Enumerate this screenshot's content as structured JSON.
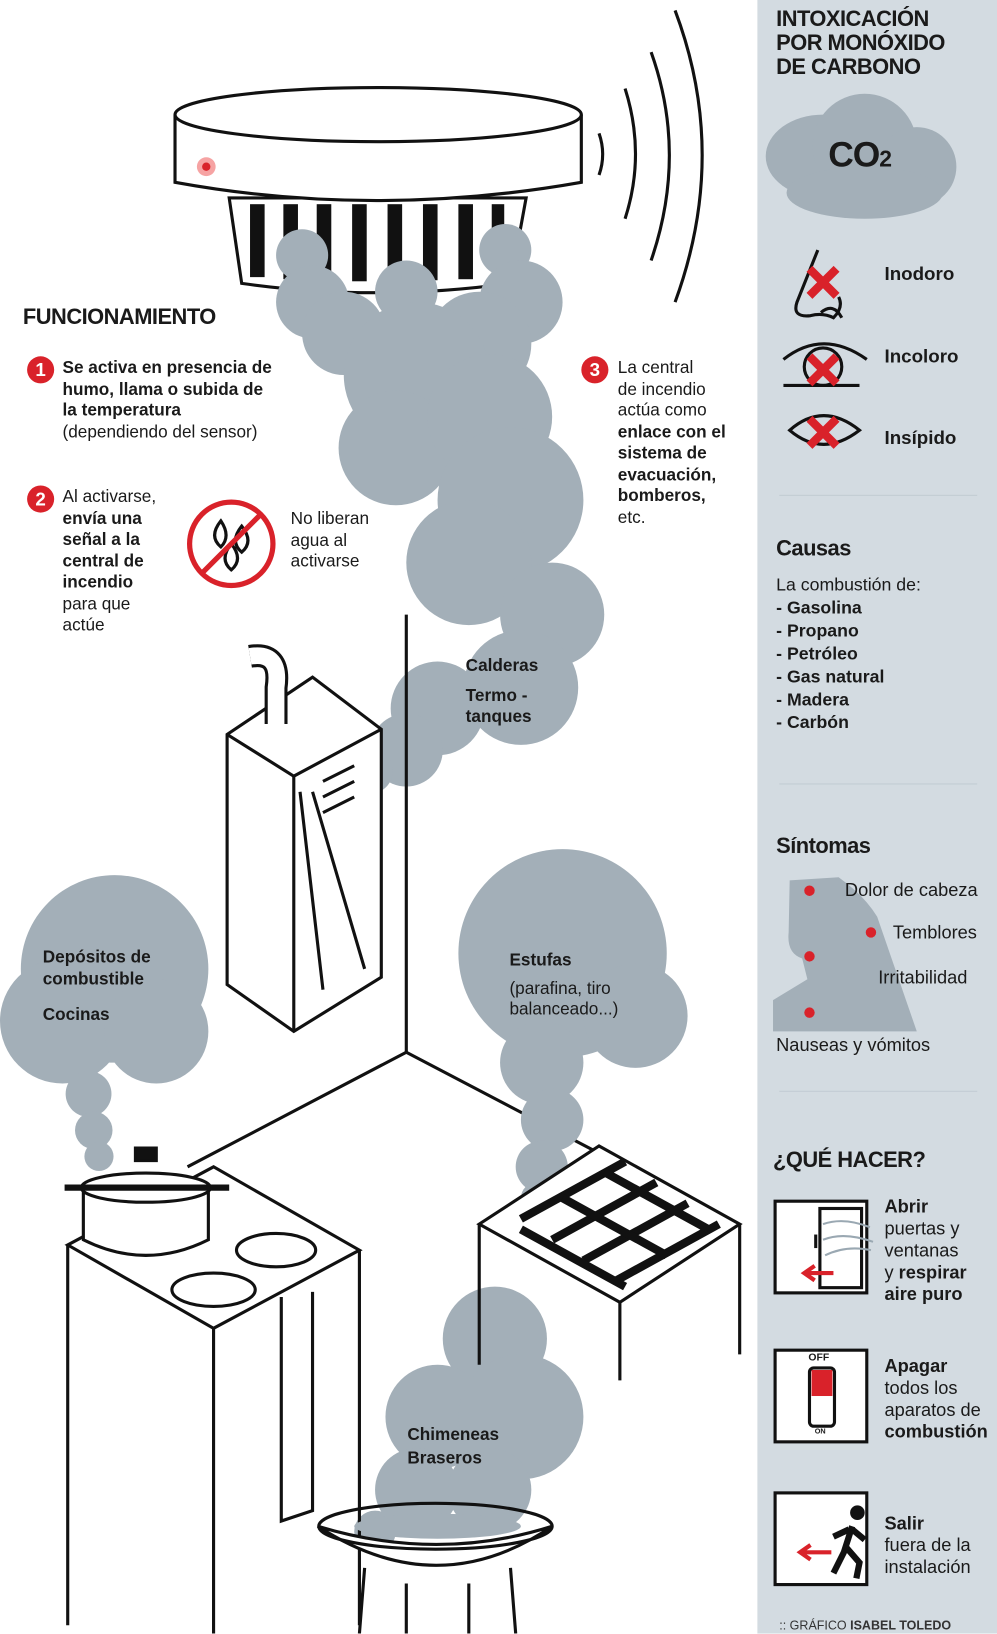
{
  "panel": {
    "title_lines": [
      "INTOXICACIÓN",
      "POR MONÓXIDO",
      "DE CARBONO"
    ],
    "gas_label": "CO",
    "gas_subscript": "2",
    "properties": [
      "Inodoro",
      "Incoloro",
      "Insípido"
    ],
    "causes": {
      "title": "Causas",
      "intro": "La combustión de:",
      "items": [
        "- Gasolina",
        "- Propano",
        "- Petróleo",
        "- Gas natural",
        "- Madera",
        "- Carbón"
      ]
    },
    "symptoms": {
      "title": "Síntomas",
      "items": [
        "Dolor de cabeza",
        "Temblores",
        "Irritabilidad",
        "Nauseas y vómitos"
      ]
    },
    "what_to_do": {
      "title": "¿QUÉ HACER?",
      "actions": [
        {
          "lines": [
            [
              "Abrir",
              true
            ],
            [
              "puertas y",
              false
            ],
            [
              "ventanas",
              false
            ]
          ],
          "line4_normal": "y ",
          "line4_bold": "respirar",
          "line5_bold": "aire puro"
        },
        {
          "lines": [
            [
              "Apagar",
              true
            ],
            [
              "todos los",
              false
            ],
            [
              "aparatos de",
              false
            ],
            [
              "combustión",
              true
            ]
          ]
        },
        {
          "lines": [
            [
              "Salir",
              true
            ],
            [
              "fuera de la",
              false
            ],
            [
              "instalación",
              false
            ]
          ]
        }
      ],
      "switch_off": "OFF",
      "switch_on": "ON"
    },
    "credit_prefix": ":: GRÁFICO ",
    "credit_name": "ISABEL TOLEDO"
  },
  "funcionamiento": {
    "title": "FUNCIONAMIENTO",
    "steps": [
      {
        "number": "1",
        "bold_lines": [
          "Se activa en presencia de",
          "humo, llama o subida de",
          "la temperatura"
        ],
        "normal_lines": [
          "(dependiendo del sensor)"
        ]
      },
      {
        "number": "2",
        "lines": [
          [
            "Al activarse,",
            false
          ],
          [
            "envía una",
            true
          ],
          [
            "señal a la",
            true
          ],
          [
            "central de",
            true
          ],
          [
            "incendio",
            true
          ],
          [
            "para que",
            false
          ],
          [
            "actúe",
            false
          ]
        ]
      },
      {
        "number": "3",
        "lines": [
          [
            "La central",
            false
          ],
          [
            "de incendio",
            false
          ],
          [
            "actúa como",
            false
          ],
          [
            "enlace con el",
            true
          ],
          [
            "sistema de",
            true
          ],
          [
            "evacuación,",
            true
          ],
          [
            "bomberos,",
            true
          ],
          [
            "etc.",
            false
          ]
        ]
      }
    ],
    "no_water_lines": [
      "No liberan",
      "agua al",
      "activarse"
    ]
  },
  "sources": {
    "calderas": [
      "Calderas",
      "Termo -",
      "tanques"
    ],
    "depositos": [
      "Depósitos de",
      "combustible"
    ],
    "cocinas": "Cocinas",
    "estufas_title": "Estufas",
    "estufas_detail": [
      "(parafina, tiro",
      "balanceado...)"
    ],
    "chimeneas": [
      "Chimeneas",
      "Braseros"
    ]
  },
  "colors": {
    "accent": "#d9222a",
    "smoke": "#a3afb8",
    "panel": "#d3dbe1"
  }
}
